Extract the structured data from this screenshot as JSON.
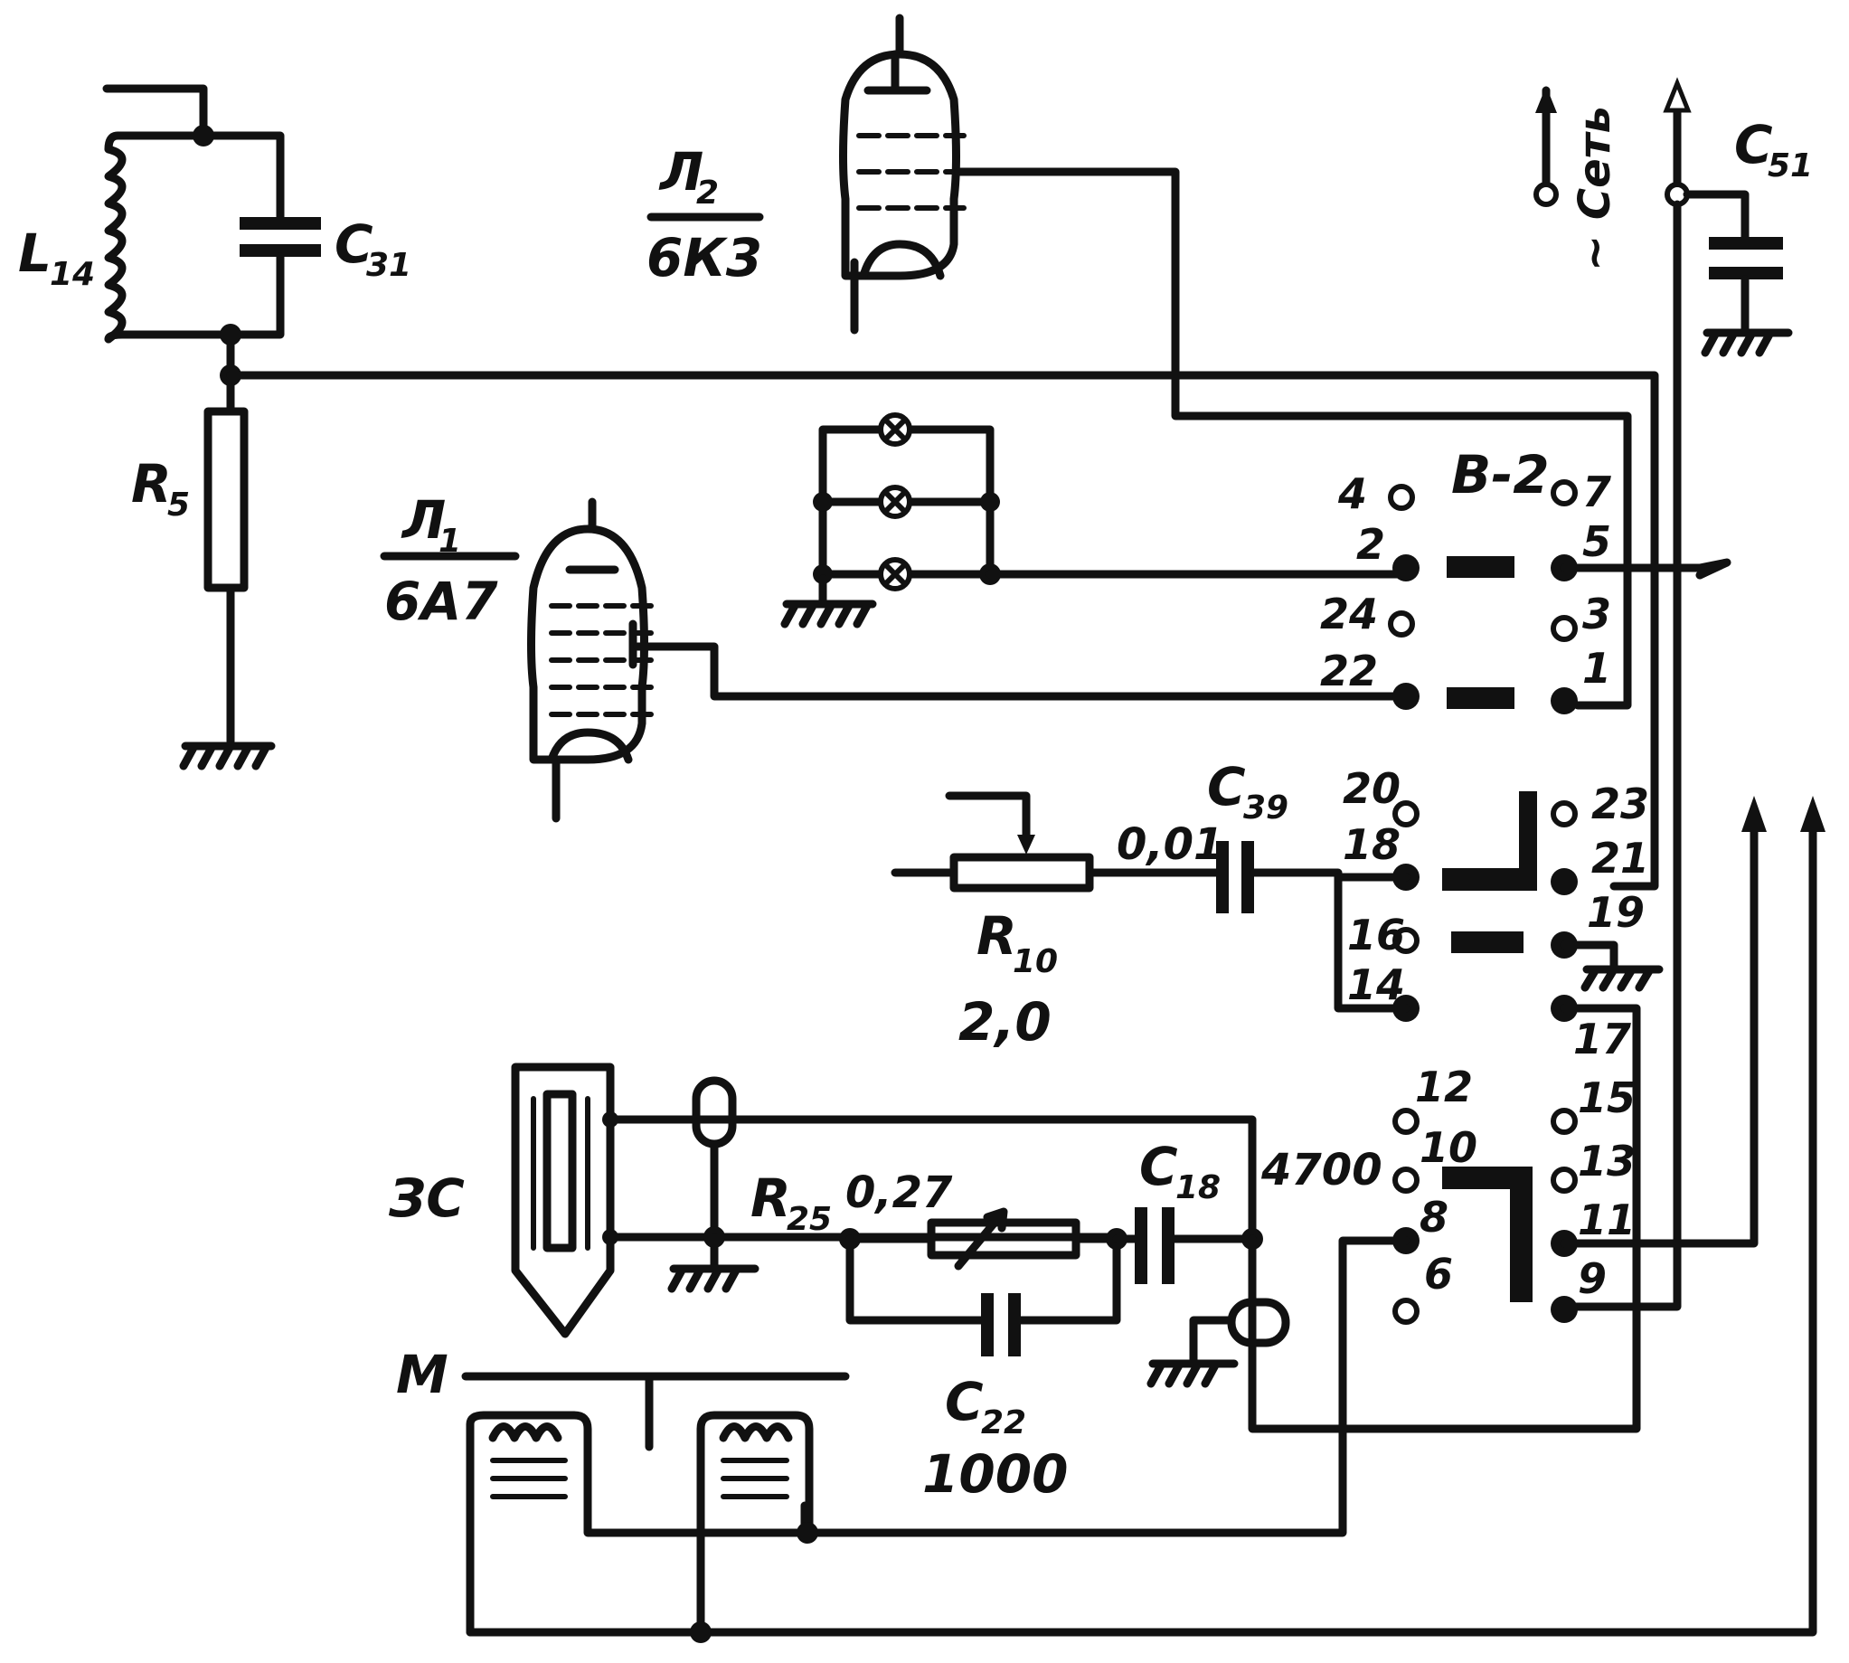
{
  "labels": {
    "l14": "L",
    "l14_sub": "14",
    "c31": "C",
    "c31_sub": "31",
    "r5": "R",
    "r5_sub": "5",
    "lamp2_name": "Л",
    "lamp2_sub": "2",
    "lamp2_type": "6К3",
    "lamp1_name": "Л",
    "lamp1_sub": "1",
    "lamp1_type": "6А7",
    "mains": "~ Сеть",
    "c51": "C",
    "c51_sub": "51",
    "switch": "В-2",
    "c39": "C",
    "c39_sub": "39",
    "c39_value": "0,01",
    "r10": "R",
    "r10_sub": "10",
    "r10_value": "2,0",
    "pickup": "ЗС",
    "r25": "R",
    "r25_sub": "25",
    "r25_value": "0,27",
    "c18": "C",
    "c18_sub": "18",
    "c18_value": "4700",
    "c22": "C",
    "c22_sub": "22",
    "c22_value": "1000",
    "motor": "М"
  },
  "contacts_left": [
    "4",
    "2",
    "24",
    "22",
    "20",
    "18",
    "16",
    "14",
    "12",
    "10",
    "8",
    "6"
  ],
  "contacts_right": [
    "7",
    "5",
    "3",
    "1",
    "23",
    "21",
    "19",
    "17",
    "15",
    "13",
    "11",
    "9"
  ]
}
